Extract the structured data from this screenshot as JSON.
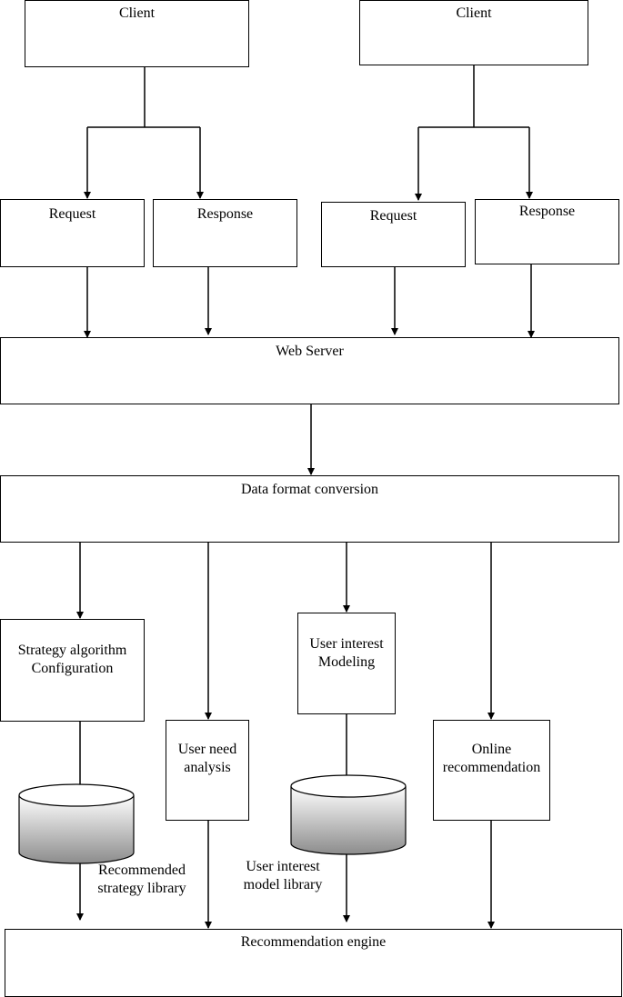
{
  "nodes": {
    "client_left": "Client",
    "client_right": "Client",
    "request_1": "Request",
    "response_1": "Response",
    "request_2": "Request",
    "response_2": "Response",
    "web_server": "Web Server",
    "data_format_conversion": "Data format conversion",
    "strategy_algorithm": "Strategy algorithm\nConfiguration",
    "user_interest_modeling": "User interest\nModeling",
    "user_need_analysis": "User need\nanalysis",
    "online_recommendation": "Online\nrecommendation",
    "recommendation_engine": "Recommendation engine"
  },
  "databases": {
    "strategy_library": "Recommended\nstrategy library",
    "interest_model_library": "User interest\nmodel library"
  },
  "colors": {
    "line": "#000000",
    "cylinder_top": "#ffffff",
    "cylinder_dark": "#8c8c8c"
  }
}
